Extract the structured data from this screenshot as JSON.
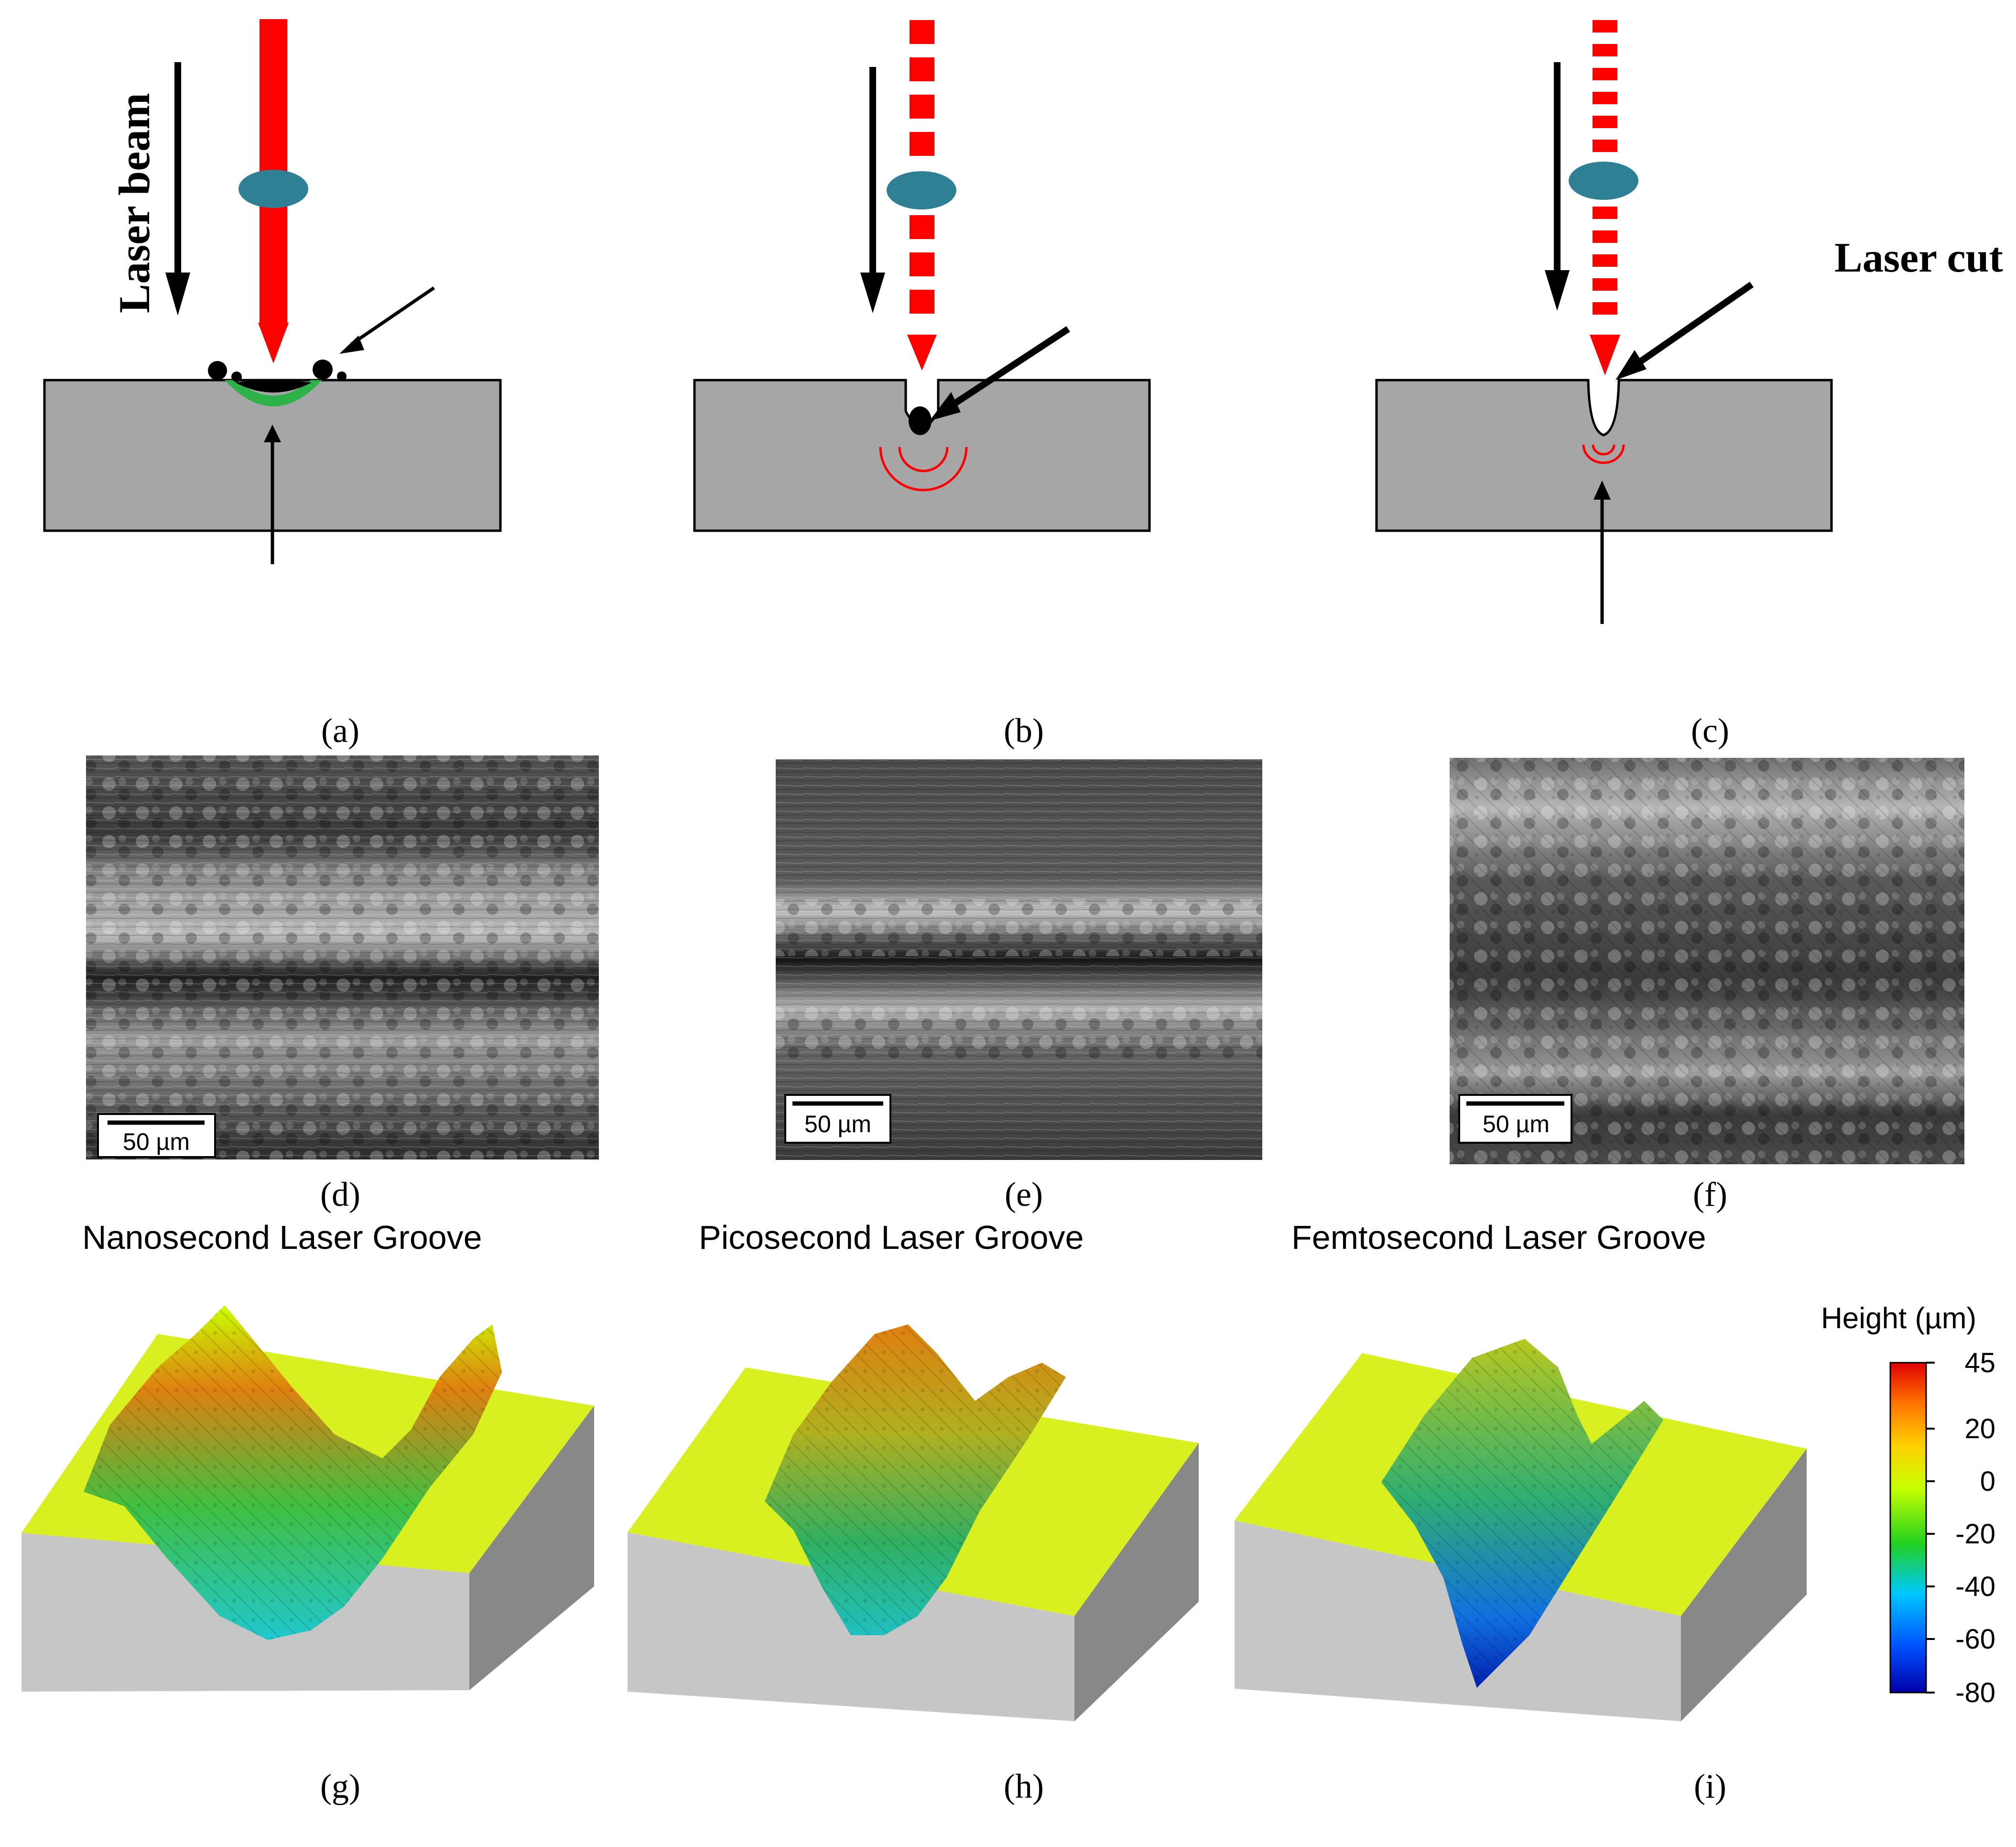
{
  "figure": {
    "row1": {
      "laser_beam_label": "Laser beam",
      "laser_cut_label": "Laser cut",
      "labels": [
        "(a)",
        "(b)",
        "(c)"
      ]
    },
    "row2": {
      "scale_bar_text": "50 µm",
      "labels": [
        "(d)",
        "(e)",
        "(f)"
      ]
    },
    "row3": {
      "titles": [
        "Nanosecond Laser Groove",
        "Picosecond Laser Groove",
        "Femtosecond Laser Groove"
      ],
      "labels": [
        "(g)",
        "(h)",
        "(i)"
      ]
    },
    "colorbar": {
      "title": "Height (µm)",
      "ticks": [
        "45",
        "20",
        "0",
        "-20",
        "-40",
        "-60",
        "-80"
      ],
      "range": [
        -80,
        45
      ],
      "colors": [
        "#0000a8",
        "#0050ff",
        "#00c8ff",
        "#20d020",
        "#c8ff00",
        "#ffd000",
        "#ff7000",
        "#e00000"
      ]
    },
    "colors": {
      "beam": "#ff0000",
      "lens": "#2f7f95",
      "substrate": "#a6a6a6",
      "haz": "#2db24a",
      "surface_top": "#d8f020",
      "block_side": "#c6c6c6",
      "block_side_dark": "#888888"
    }
  }
}
